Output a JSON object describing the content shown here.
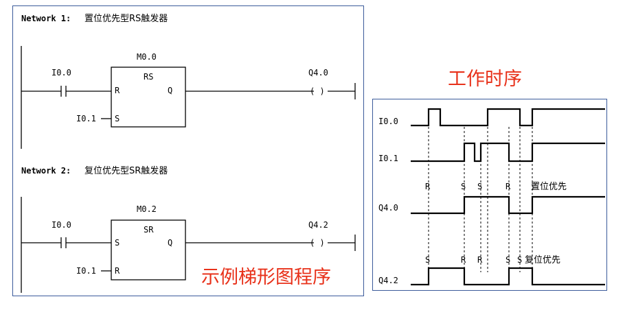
{
  "network1": {
    "header_prefix": "Network 1:",
    "title": "置位优先型RS触发器",
    "bit": "M0.0",
    "block_type": "RS",
    "pin_r": "R",
    "pin_s": "S",
    "pin_q": "Q",
    "contact1": "I0.0",
    "contact2": "I0.1",
    "coil": "Q4.0",
    "coil_symbol": "( )"
  },
  "network2": {
    "header_prefix": "Network 2:",
    "title": "复位优先型SR触发器",
    "bit": "M0.2",
    "block_type": "SR",
    "pin_s": "S",
    "pin_r": "R",
    "pin_q": "Q",
    "contact1": "I0.0",
    "contact2": "I0.1",
    "coil": "Q4.2",
    "coil_symbol": "( )"
  },
  "ladder_caption": "示例梯形图程序",
  "timing_title": "工作时序",
  "timing": {
    "signals": [
      "I0.0",
      "I0.1",
      "Q4.0",
      "Q4.2"
    ],
    "q40_markers": [
      "R",
      "S",
      "S",
      "R"
    ],
    "q40_note": "置位优先",
    "q42_markers": [
      "S",
      "R",
      "R",
      "S",
      "S"
    ],
    "q42_note": "复位优先"
  },
  "colors": {
    "accent_red": "#e8311a",
    "border_blue": "#3a5a9a"
  }
}
